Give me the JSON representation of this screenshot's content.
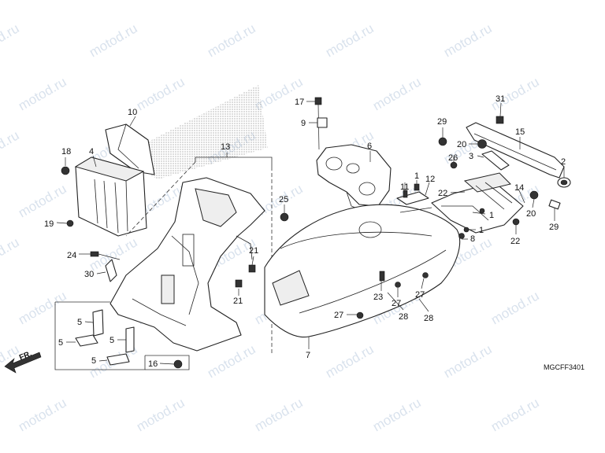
{
  "watermark": "motod.ru",
  "diagram_code": "MGCFF3401",
  "direction_label": "FR.",
  "callouts": {
    "c10": "10",
    "c18": "18",
    "c4": "4",
    "c19": "19",
    "c13": "13",
    "c24": "24",
    "c30": "30",
    "c21a": "21",
    "c21b": "21",
    "c5a": "5",
    "c5b": "5",
    "c5c": "5",
    "c5d": "5",
    "c16": "16",
    "c17": "17",
    "c9": "9",
    "c6": "6",
    "c25": "25",
    "c7": "7",
    "c23": "23",
    "c27a": "27",
    "c27b": "27",
    "c27c": "27",
    "c28a": "28",
    "c28b": "28",
    "c11": "11",
    "c1a": "1",
    "c12": "12",
    "c22a": "22",
    "c22b": "22",
    "c1b": "1",
    "c1c": "1",
    "c8": "8",
    "c29a": "29",
    "c29b": "29",
    "c20a": "20",
    "c20b": "20",
    "c26": "26",
    "c3": "3",
    "c31": "31",
    "c15": "15",
    "c14": "14",
    "c2": "2"
  }
}
